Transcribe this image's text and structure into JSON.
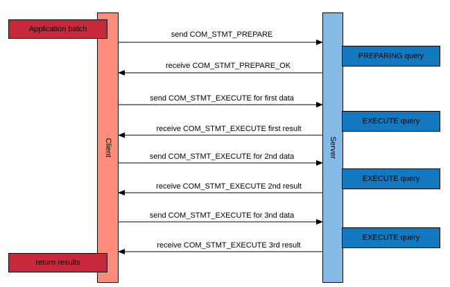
{
  "actors": {
    "client": "Client",
    "server": "Server"
  },
  "notes": {
    "app_batch": "Application batch",
    "return_results": "return results"
  },
  "server_steps": [
    "PREPARING query",
    "EXECUTE query",
    "EXECUTE query",
    "EXECUTE query"
  ],
  "messages": [
    {
      "text": "send COM_STMT_PREPARE",
      "direction": "right"
    },
    {
      "text": "receive COM_STMT_PREPARE_OK",
      "direction": "left"
    },
    {
      "text": "send COM_STMT_EXECUTE for first data",
      "direction": "right"
    },
    {
      "text": "receive COM_STMT_EXECUTE first result",
      "direction": "left"
    },
    {
      "text": "send COM_STMT_EXECUTE for 2nd data",
      "direction": "right"
    },
    {
      "text": "receive COM_STMT_EXECUTE 2nd result",
      "direction": "left"
    },
    {
      "text": "send COM_STMT_EXECUTE for 3nd data",
      "direction": "right"
    },
    {
      "text": "receive COM_STMT_EXECUTE 3rd result",
      "direction": "left"
    }
  ],
  "colors": {
    "client": "#fd8d7a",
    "server": "#86bae6",
    "note": "#c9283c",
    "step": "#1279c0"
  }
}
